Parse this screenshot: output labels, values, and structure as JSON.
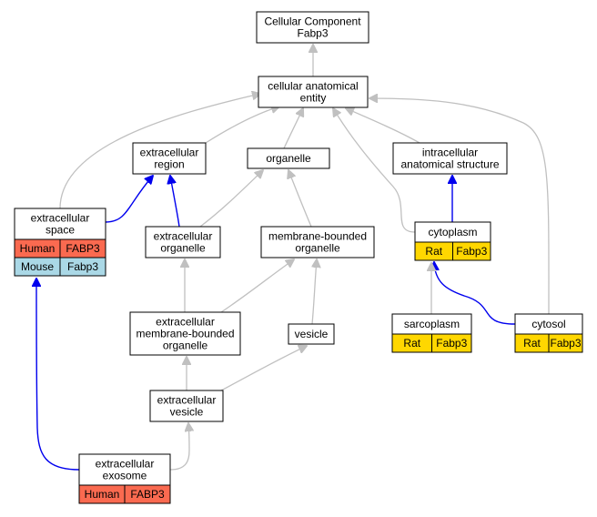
{
  "colors": {
    "human": "#fa6a50",
    "mouse": "#aad8e6",
    "rat": "#ffd700",
    "is_a_edge": "#c0c0c0",
    "part_of_edge": "#0000ee"
  },
  "nodes": {
    "root": [
      "Cellular Component",
      "Fabp3"
    ],
    "cellular_anatomical_entity": [
      "cellular anatomical",
      "entity"
    ],
    "extracellular_region": [
      "extracellular",
      "region"
    ],
    "organelle": [
      "organelle"
    ],
    "intracellular_anatomical_structure": [
      "intracellular",
      "anatomical structure"
    ],
    "extracellular_space": [
      "extracellular",
      "space"
    ],
    "extracellular_organelle": [
      "extracellular",
      "organelle"
    ],
    "membrane_bounded_organelle": [
      "membrane-bounded",
      "organelle"
    ],
    "cytoplasm": [
      "cytoplasm"
    ],
    "extracellular_membrane_bounded_organelle": [
      "extracellular",
      "membrane-bounded",
      "organelle"
    ],
    "vesicle": [
      "vesicle"
    ],
    "sarcoplasm": [
      "sarcoplasm"
    ],
    "cytosol": [
      "cytosol"
    ],
    "extracellular_vesicle": [
      "extracellular",
      "vesicle"
    ],
    "extracellular_exosome": [
      "extracellular",
      "exosome"
    ]
  },
  "annotations": {
    "extracellular_space": [
      {
        "species": "Human",
        "gene": "FABP3",
        "color_key": "human"
      },
      {
        "species": "Mouse",
        "gene": "Fabp3",
        "color_key": "mouse"
      }
    ],
    "cytoplasm": [
      {
        "species": "Rat",
        "gene": "Fabp3",
        "color_key": "rat"
      }
    ],
    "sarcoplasm": [
      {
        "species": "Rat",
        "gene": "Fabp3",
        "color_key": "rat"
      }
    ],
    "cytosol": [
      {
        "species": "Rat",
        "gene": "Fabp3",
        "color_key": "rat"
      }
    ],
    "extracellular_exosome": [
      {
        "species": "Human",
        "gene": "FABP3",
        "color_key": "human"
      }
    ]
  },
  "edges": [
    {
      "from": "cellular_anatomical_entity",
      "to": "root",
      "type": "is_a"
    },
    {
      "from": "extracellular_region",
      "to": "cellular_anatomical_entity",
      "type": "is_a"
    },
    {
      "from": "organelle",
      "to": "cellular_anatomical_entity",
      "type": "is_a"
    },
    {
      "from": "intracellular_anatomical_structure",
      "to": "cellular_anatomical_entity",
      "type": "is_a"
    },
    {
      "from": "extracellular_space",
      "to": "cellular_anatomical_entity",
      "type": "is_a"
    },
    {
      "from": "extracellular_space",
      "to": "extracellular_region",
      "type": "part_of"
    },
    {
      "from": "extracellular_organelle",
      "to": "extracellular_region",
      "type": "part_of"
    },
    {
      "from": "extracellular_organelle",
      "to": "organelle",
      "type": "is_a"
    },
    {
      "from": "membrane_bounded_organelle",
      "to": "organelle",
      "type": "is_a"
    },
    {
      "from": "cytoplasm",
      "to": "cellular_anatomical_entity",
      "type": "is_a"
    },
    {
      "from": "cytoplasm",
      "to": "intracellular_anatomical_structure",
      "type": "part_of"
    },
    {
      "from": "cytosol",
      "to": "cellular_anatomical_entity",
      "type": "is_a"
    },
    {
      "from": "cytosol",
      "to": "cytoplasm",
      "type": "part_of"
    },
    {
      "from": "sarcoplasm",
      "to": "cytoplasm",
      "type": "is_a"
    },
    {
      "from": "extracellular_membrane_bounded_organelle",
      "to": "extracellular_organelle",
      "type": "is_a"
    },
    {
      "from": "extracellular_membrane_bounded_organelle",
      "to": "membrane_bounded_organelle",
      "type": "is_a"
    },
    {
      "from": "vesicle",
      "to": "membrane_bounded_organelle",
      "type": "is_a"
    },
    {
      "from": "extracellular_vesicle",
      "to": "extracellular_membrane_bounded_organelle",
      "type": "is_a"
    },
    {
      "from": "extracellular_vesicle",
      "to": "vesicle",
      "type": "is_a"
    },
    {
      "from": "extracellular_exosome",
      "to": "extracellular_vesicle",
      "type": "is_a"
    },
    {
      "from": "extracellular_exosome",
      "to": "extracellular_space",
      "type": "part_of"
    }
  ]
}
